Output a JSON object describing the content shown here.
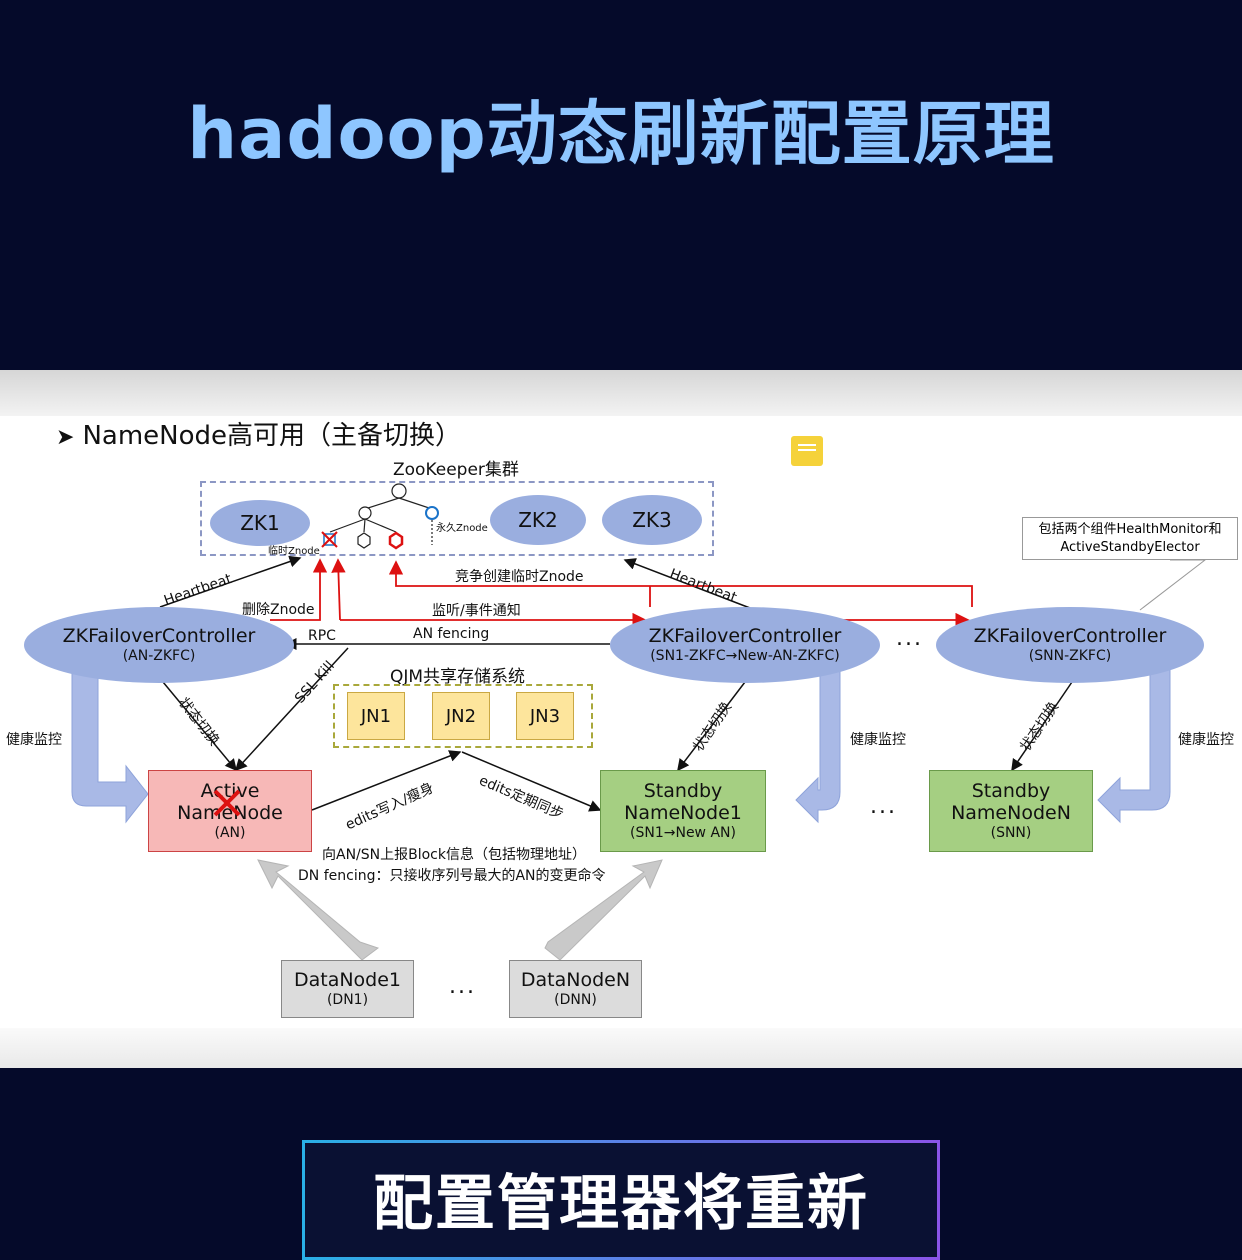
{
  "header": {
    "title": "hadoop动态刷新配置原理"
  },
  "diagram": {
    "heading": "NameNode高可用（主备切换）",
    "zookeeper": {
      "title": "ZooKeeper集群",
      "nodes": [
        "ZK1",
        "ZK2",
        "ZK3"
      ],
      "temp_znode": "临时Znode",
      "perm_znode": "永久Znode"
    },
    "zkfc": [
      {
        "name": "ZKFailoverController",
        "sub": "(AN-ZKFC)"
      },
      {
        "name": "ZKFailoverController",
        "sub": "(SN1-ZKFC→New-AN-ZKFC)"
      },
      {
        "name": "ZKFailoverController",
        "sub": "(SNN-ZKFC)"
      }
    ],
    "callout": "包括两个组件HealthMonitor和ActiveStandbyElector",
    "namenodes": {
      "active": {
        "line1": "Active",
        "line2": "NameNode",
        "sub": "(AN)"
      },
      "standby1": {
        "line1": "Standby",
        "line2": "NameNode1",
        "sub": "(SN1→New AN)"
      },
      "standbyN": {
        "line1": "Standby",
        "line2": "NameNodeN",
        "sub": "(SNN)"
      }
    },
    "qjm": {
      "title": "QJM共享存储系统",
      "nodes": [
        "JN1",
        "JN2",
        "JN3"
      ]
    },
    "datanodes": [
      {
        "name": "DataNode1",
        "sub": "(DN1)"
      },
      {
        "name": "DataNodeN",
        "sub": "(DNN)"
      }
    ],
    "labels": {
      "heartbeat_left": "Heartbeat",
      "heartbeat_right": "Heartbeat",
      "delete_znode": "删除Znode",
      "compete": "竞争创建临时Znode",
      "watch": "监听/事件通知",
      "rpc": "RPC",
      "an_fencing": "AN fencing",
      "ssl_kill": "SSL Kill",
      "state_switch_1": "状态切换",
      "state_switch_2": "状态切换",
      "state_switch_3": "状态切换",
      "health_1": "健康监控",
      "health_2": "健康监控",
      "health_3": "健康监控",
      "edits_write": "edits写入/瘦身",
      "edits_sync": "edits定期同步",
      "block_report": "向AN/SN上报Block信息（包括物理地址）",
      "dn_fencing": "DN fencing：只接收序列号最大的AN的变更命令"
    },
    "ellipsis": "..."
  },
  "footer": {
    "caption": "配置管理器将重新"
  }
}
